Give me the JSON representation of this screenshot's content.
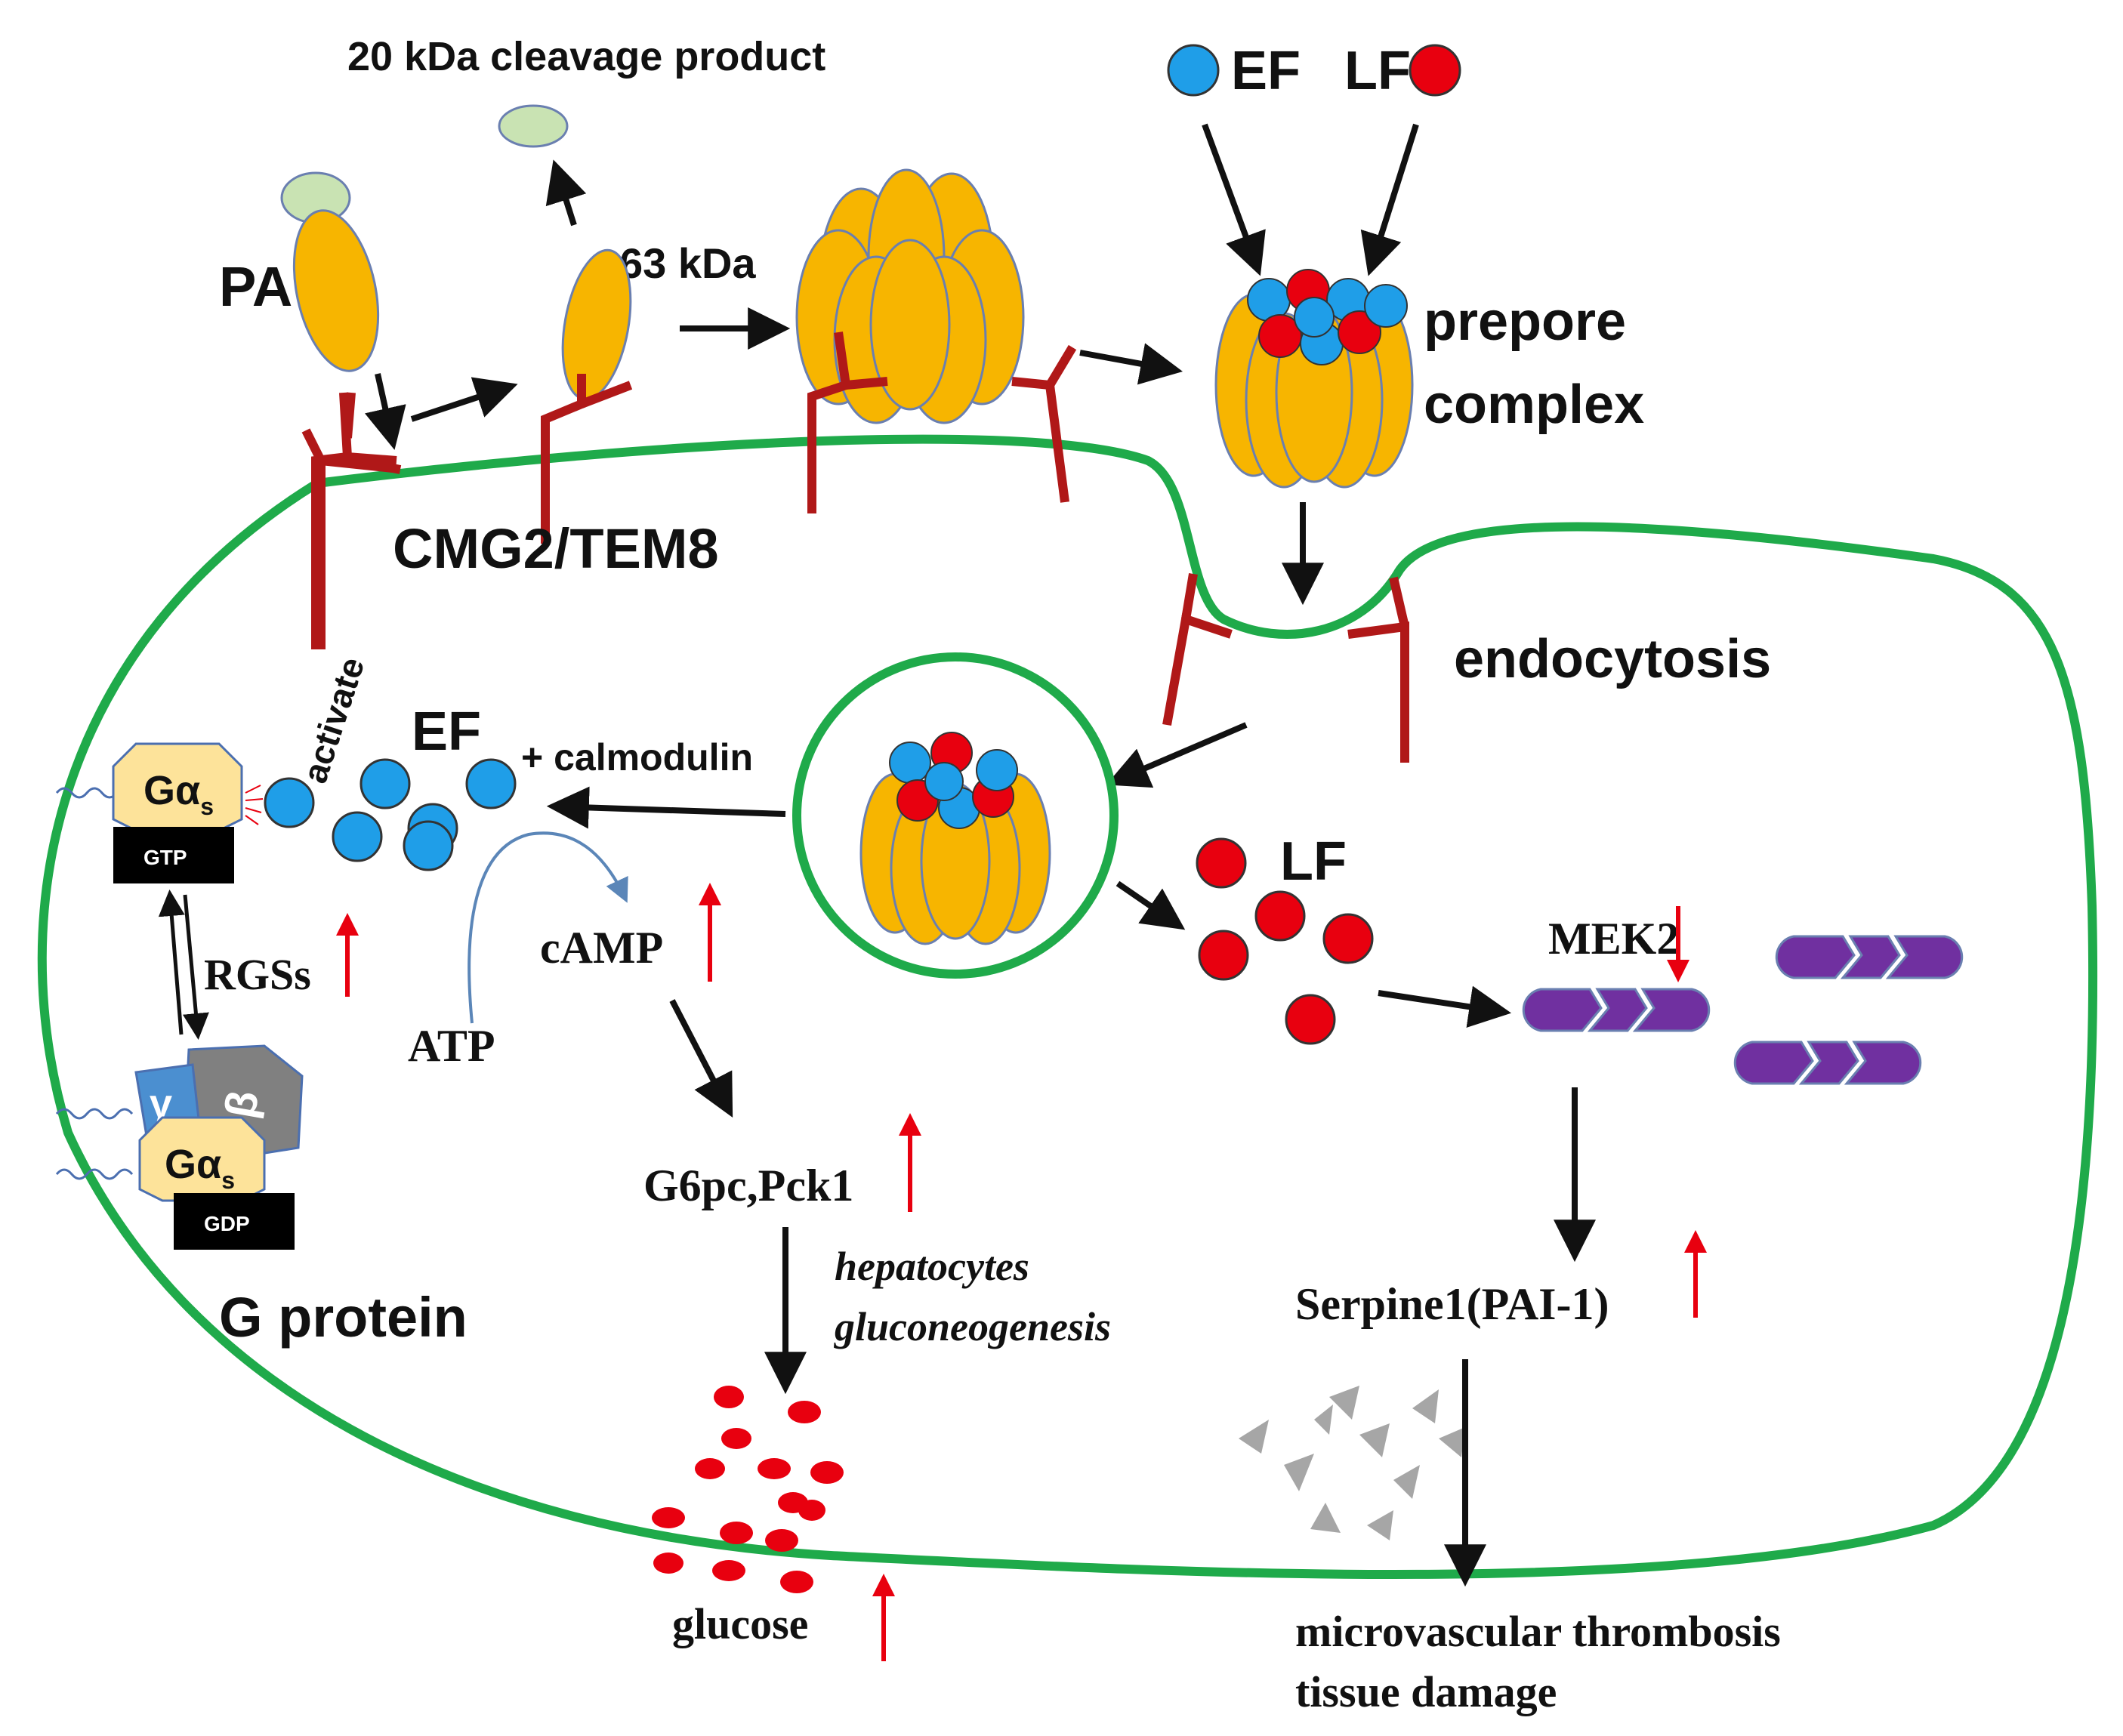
{
  "labels": {
    "cleavage_product": "20 kDa cleavage product",
    "pa": "PA",
    "kda63": "63 kDa",
    "ef_top": "EF",
    "lf_top": "LF",
    "prepore_line1": "prepore",
    "prepore_line2": "complex",
    "receptor": "CMG2/TEM8",
    "endocytosis": "endocytosis",
    "activate": "activate",
    "ef_inside": "EF",
    "calmodulin": "+ calmodulin",
    "gas_top": "Gα",
    "gas_sub_top": "s",
    "gtp": "GTP",
    "gas_bottom": "Gα",
    "gas_sub_bottom": "s",
    "gdp": "GDP",
    "gamma": "γ",
    "beta": "β",
    "rgss": "RGSs",
    "g_protein": "G protein",
    "atp": "ATP",
    "camp": "cAMP",
    "lf_inside": "LF",
    "mek2": "MEK2",
    "g6pc": "G6pc,Pck1",
    "hep_line1": "hepatocytes",
    "hep_line2": "gluconeogenesis",
    "serpine": "Serpine1(PAI-1)",
    "glucose": "glucose",
    "outcome_line1": "microvascular  thrombosis",
    "outcome_line2": "tissue damage"
  },
  "colors": {
    "membrane": "#1faa4a",
    "receptor": "#b01818",
    "pa_fill": "#f7b500",
    "pa_stroke": "#6a7fb0",
    "cleavage_fill": "#c9e3b3",
    "ef": "#1f9ee8",
    "lf": "#e8000f",
    "mek2": "#7030a0",
    "up_arrow": "#e8000f",
    "gas_fill": "#fde39a",
    "beta_fill": "#808080",
    "gamma_fill": "#4b8fd0",
    "triangles": "#a6a6a6",
    "glucose": "#e8000f"
  }
}
